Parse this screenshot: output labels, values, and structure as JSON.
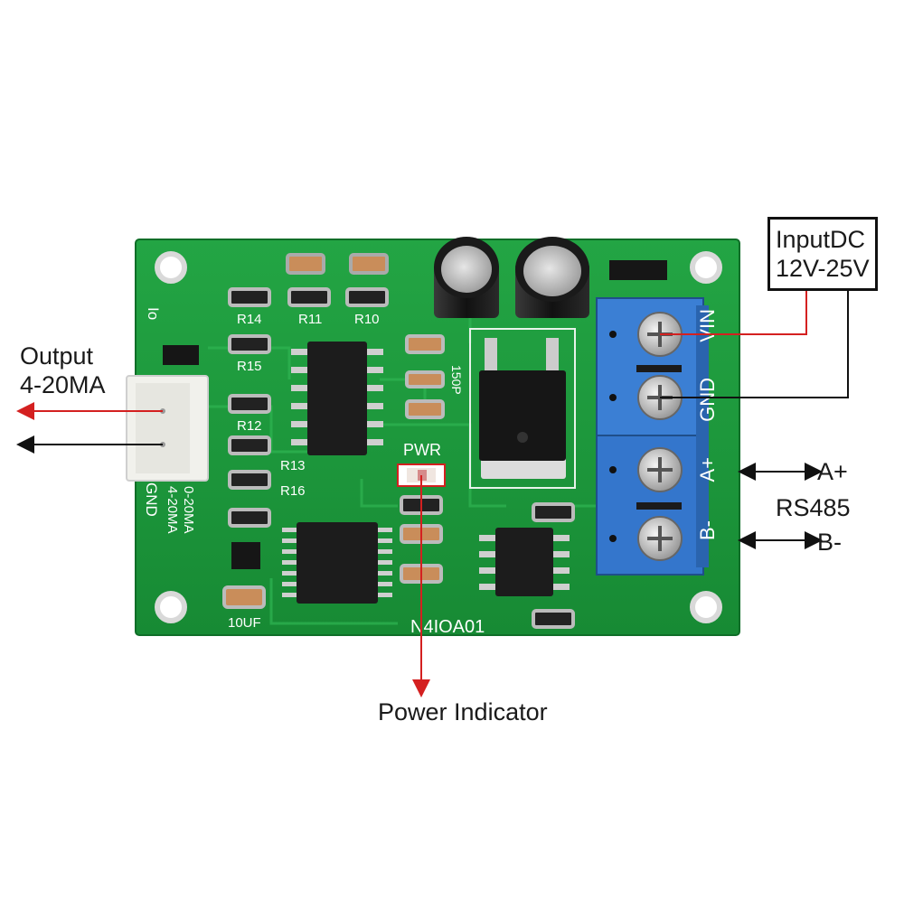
{
  "labels": {
    "output_line1": "Output",
    "output_line2": "4-20MA",
    "input_line1": "InputDC",
    "input_line2": "12V-25V",
    "a_plus": "A+",
    "rs485": "RS485",
    "b_minus": "B-",
    "power_indicator": "Power Indicator"
  },
  "board": {
    "model": "N4IOA01",
    "silk": {
      "io": "Io",
      "gnd": "GND",
      "range1": "4-20MA",
      "range2": "0-20MA",
      "pwr": "PWR",
      "cap_10uf": "10UF",
      "cap_150p": "150P",
      "r14": "R14",
      "r11": "R11",
      "r10": "R10",
      "r15": "R15",
      "r12": "R12",
      "r13": "R13",
      "r16": "R16",
      "vin": "VIN",
      "t_gnd": "GND",
      "t_a": "A+",
      "t_b": "B-"
    }
  },
  "colors": {
    "pcb": "#1e9a3c",
    "terminal": "#2f6fc4",
    "arrow_red": "#d42020",
    "arrow_black": "#111111"
  }
}
